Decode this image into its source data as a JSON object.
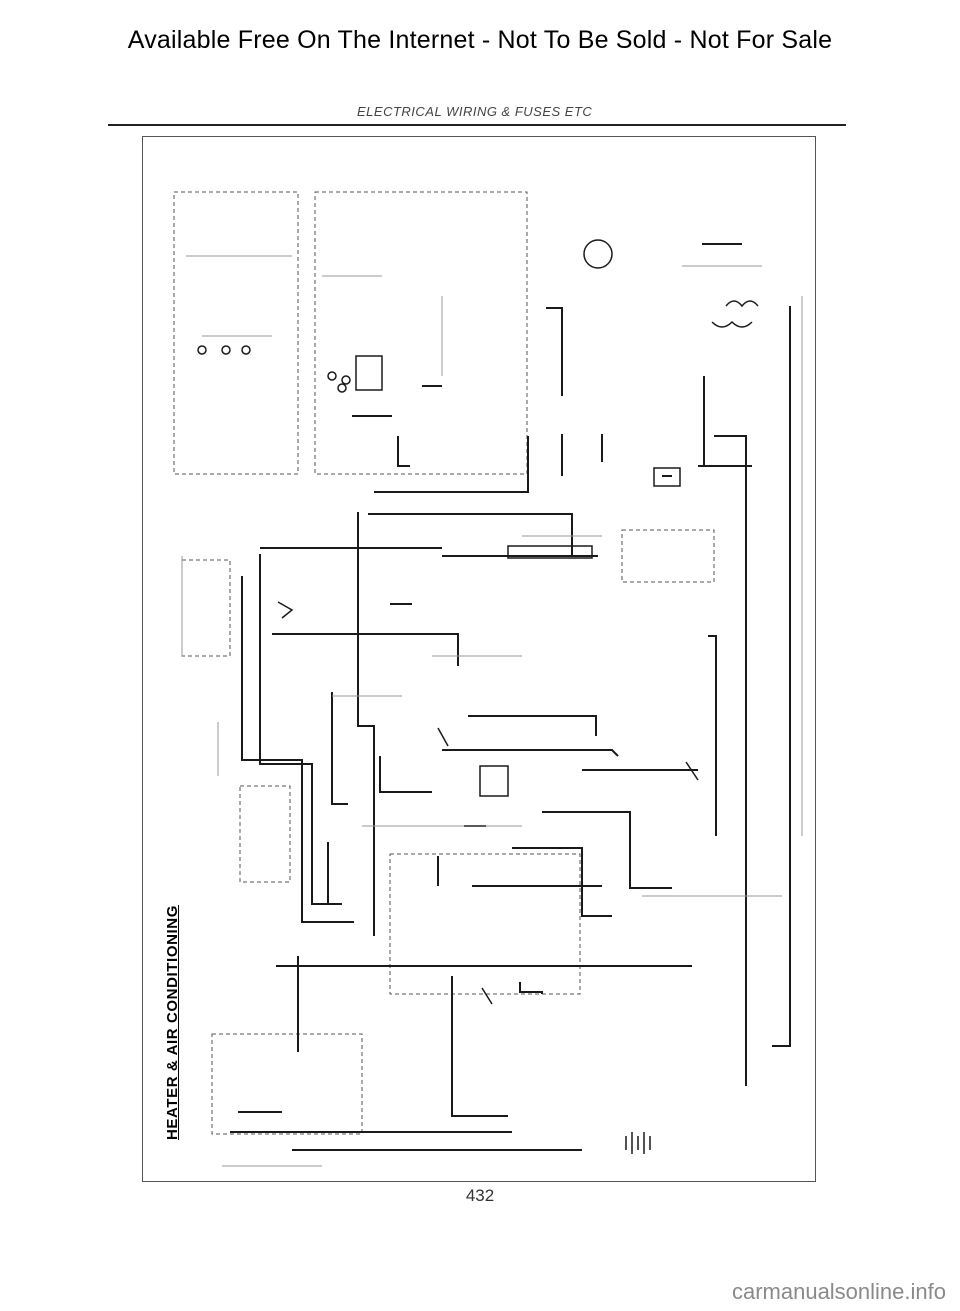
{
  "banner": {
    "text": "Available Free On The Internet - Not To Be Sold - Not For Sale"
  },
  "header": {
    "section_title": "ELECTRICAL WIRING & FUSES ETC"
  },
  "diagram": {
    "title": "HEATER & AIR CONDITIONING",
    "stroke_color": "#1a1a1a",
    "faint_color": "#9a9a9a"
  },
  "page": {
    "number": "432"
  },
  "footer": {
    "watermark": "carmanualsonline.info"
  }
}
